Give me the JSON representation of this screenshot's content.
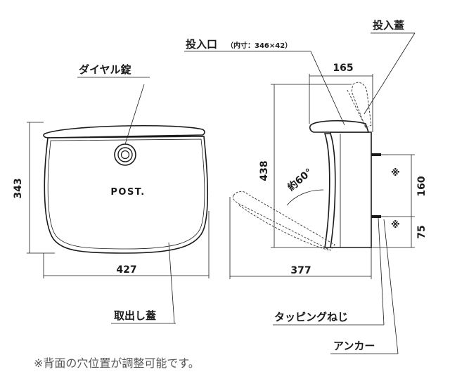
{
  "labels": {
    "dial_lock": "ダイヤル錠",
    "post_logo": "POST.",
    "slot_title": "投入口",
    "slot_size": "（内寸：346×42）",
    "slot_lid": "投入蓋",
    "takeout_lid": "取出し蓋",
    "angle": "約60°",
    "tapping_screw": "タッピングねじ",
    "anchor": "アンカー",
    "asterisk_a": "※",
    "asterisk_b": "※"
  },
  "dimensions": {
    "front_height": "343",
    "front_width": "427",
    "side_depth": "377",
    "side_height": "438",
    "slot_depth": "165",
    "hole_pitch": "160",
    "hole_offset": "75"
  },
  "footnote": "※背面の穴位置が調整可能です。"
}
